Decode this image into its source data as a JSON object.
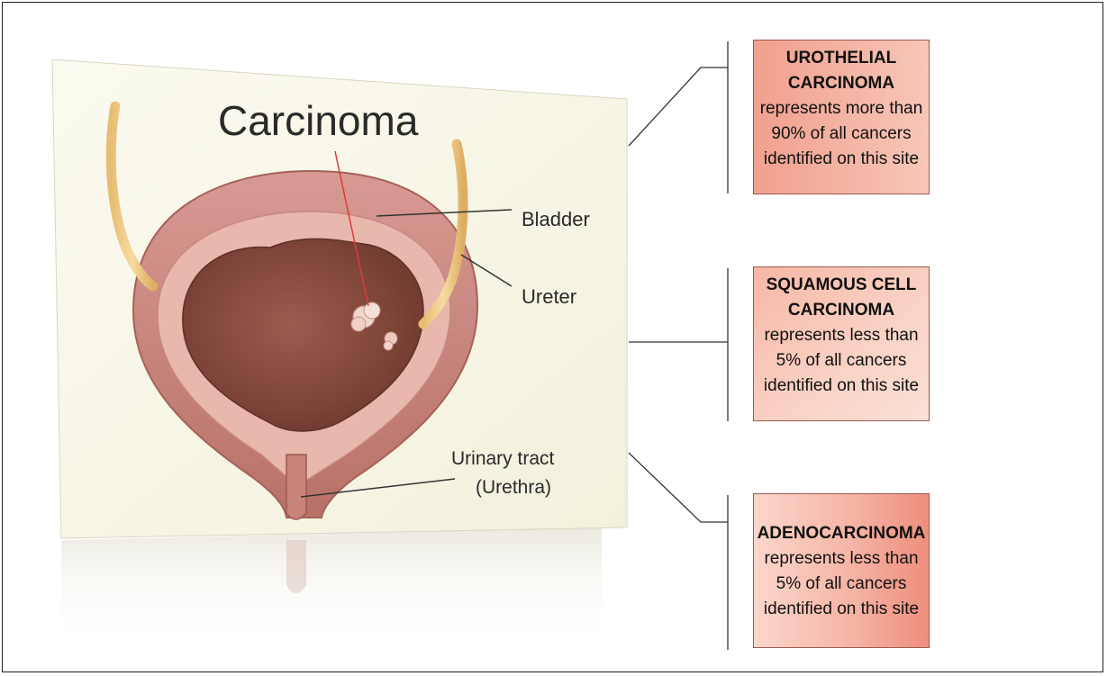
{
  "figure": {
    "labels": {
      "carcinoma": "Carcinoma",
      "bladder": "Bladder",
      "ureter": "Ureter",
      "urethra_line1": "Urinary tract",
      "urethra_line2": "(Urethra)"
    },
    "colors": {
      "panel_bg": "#f8f6e6",
      "bladder_outer": "#cf8d85",
      "bladder_inner": "#a05f52",
      "ureter": "#f0cf90",
      "pointer_red": "#e23a3a",
      "box_accent": "#f1a08f"
    }
  },
  "boxes": [
    {
      "title": "UROTHELIAL CARCINOMA",
      "description": "represents more than 90% of all cancers identified on this site"
    },
    {
      "title": "SQUAMOUS CELL CARCINOMA",
      "description": "represents less than 5% of all cancers identified on this site"
    },
    {
      "title": "ADENOCARCINOMA",
      "description": "represents less than 5% of all cancers identified on this site"
    }
  ]
}
